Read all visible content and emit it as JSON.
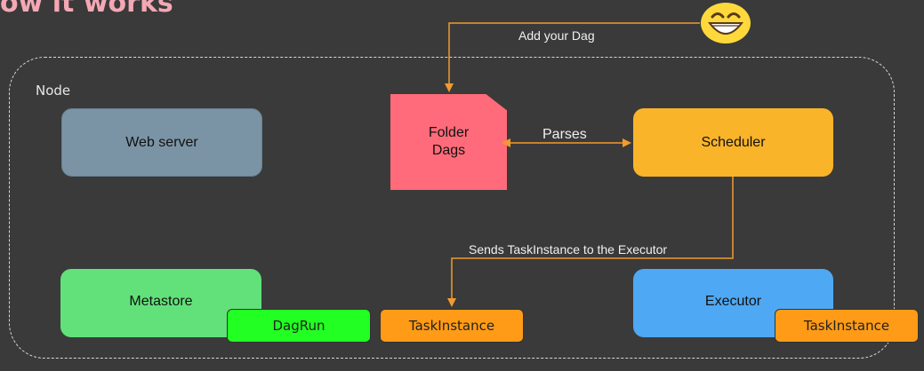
{
  "header": {
    "title": "ow it works"
  },
  "node": {
    "label": "Node"
  },
  "components": {
    "web_server": "Web server",
    "folder_line1": "Folder",
    "folder_line2": "Dags",
    "scheduler": "Scheduler",
    "metastore": "Metastore",
    "executor": "Executor"
  },
  "tags": {
    "dagrun": "DagRun",
    "task_instance_mid": "TaskInstance",
    "task_instance_right": "TaskInstance"
  },
  "edges": {
    "add_dag": "Add your Dag",
    "parses": "Parses",
    "sends": "Sends TaskInstance to the Executor"
  },
  "colors": {
    "accent_arrow": "#f29a2e",
    "web_server": "#7b94a5",
    "folder": "#ff6b7a",
    "scheduler": "#f9b42a",
    "metastore": "#62e17a",
    "executor": "#4fa8f3",
    "dagrun": "#22ff22",
    "task_instance": "#ff9b16"
  },
  "icons": {
    "user": "grinning-face-icon"
  }
}
